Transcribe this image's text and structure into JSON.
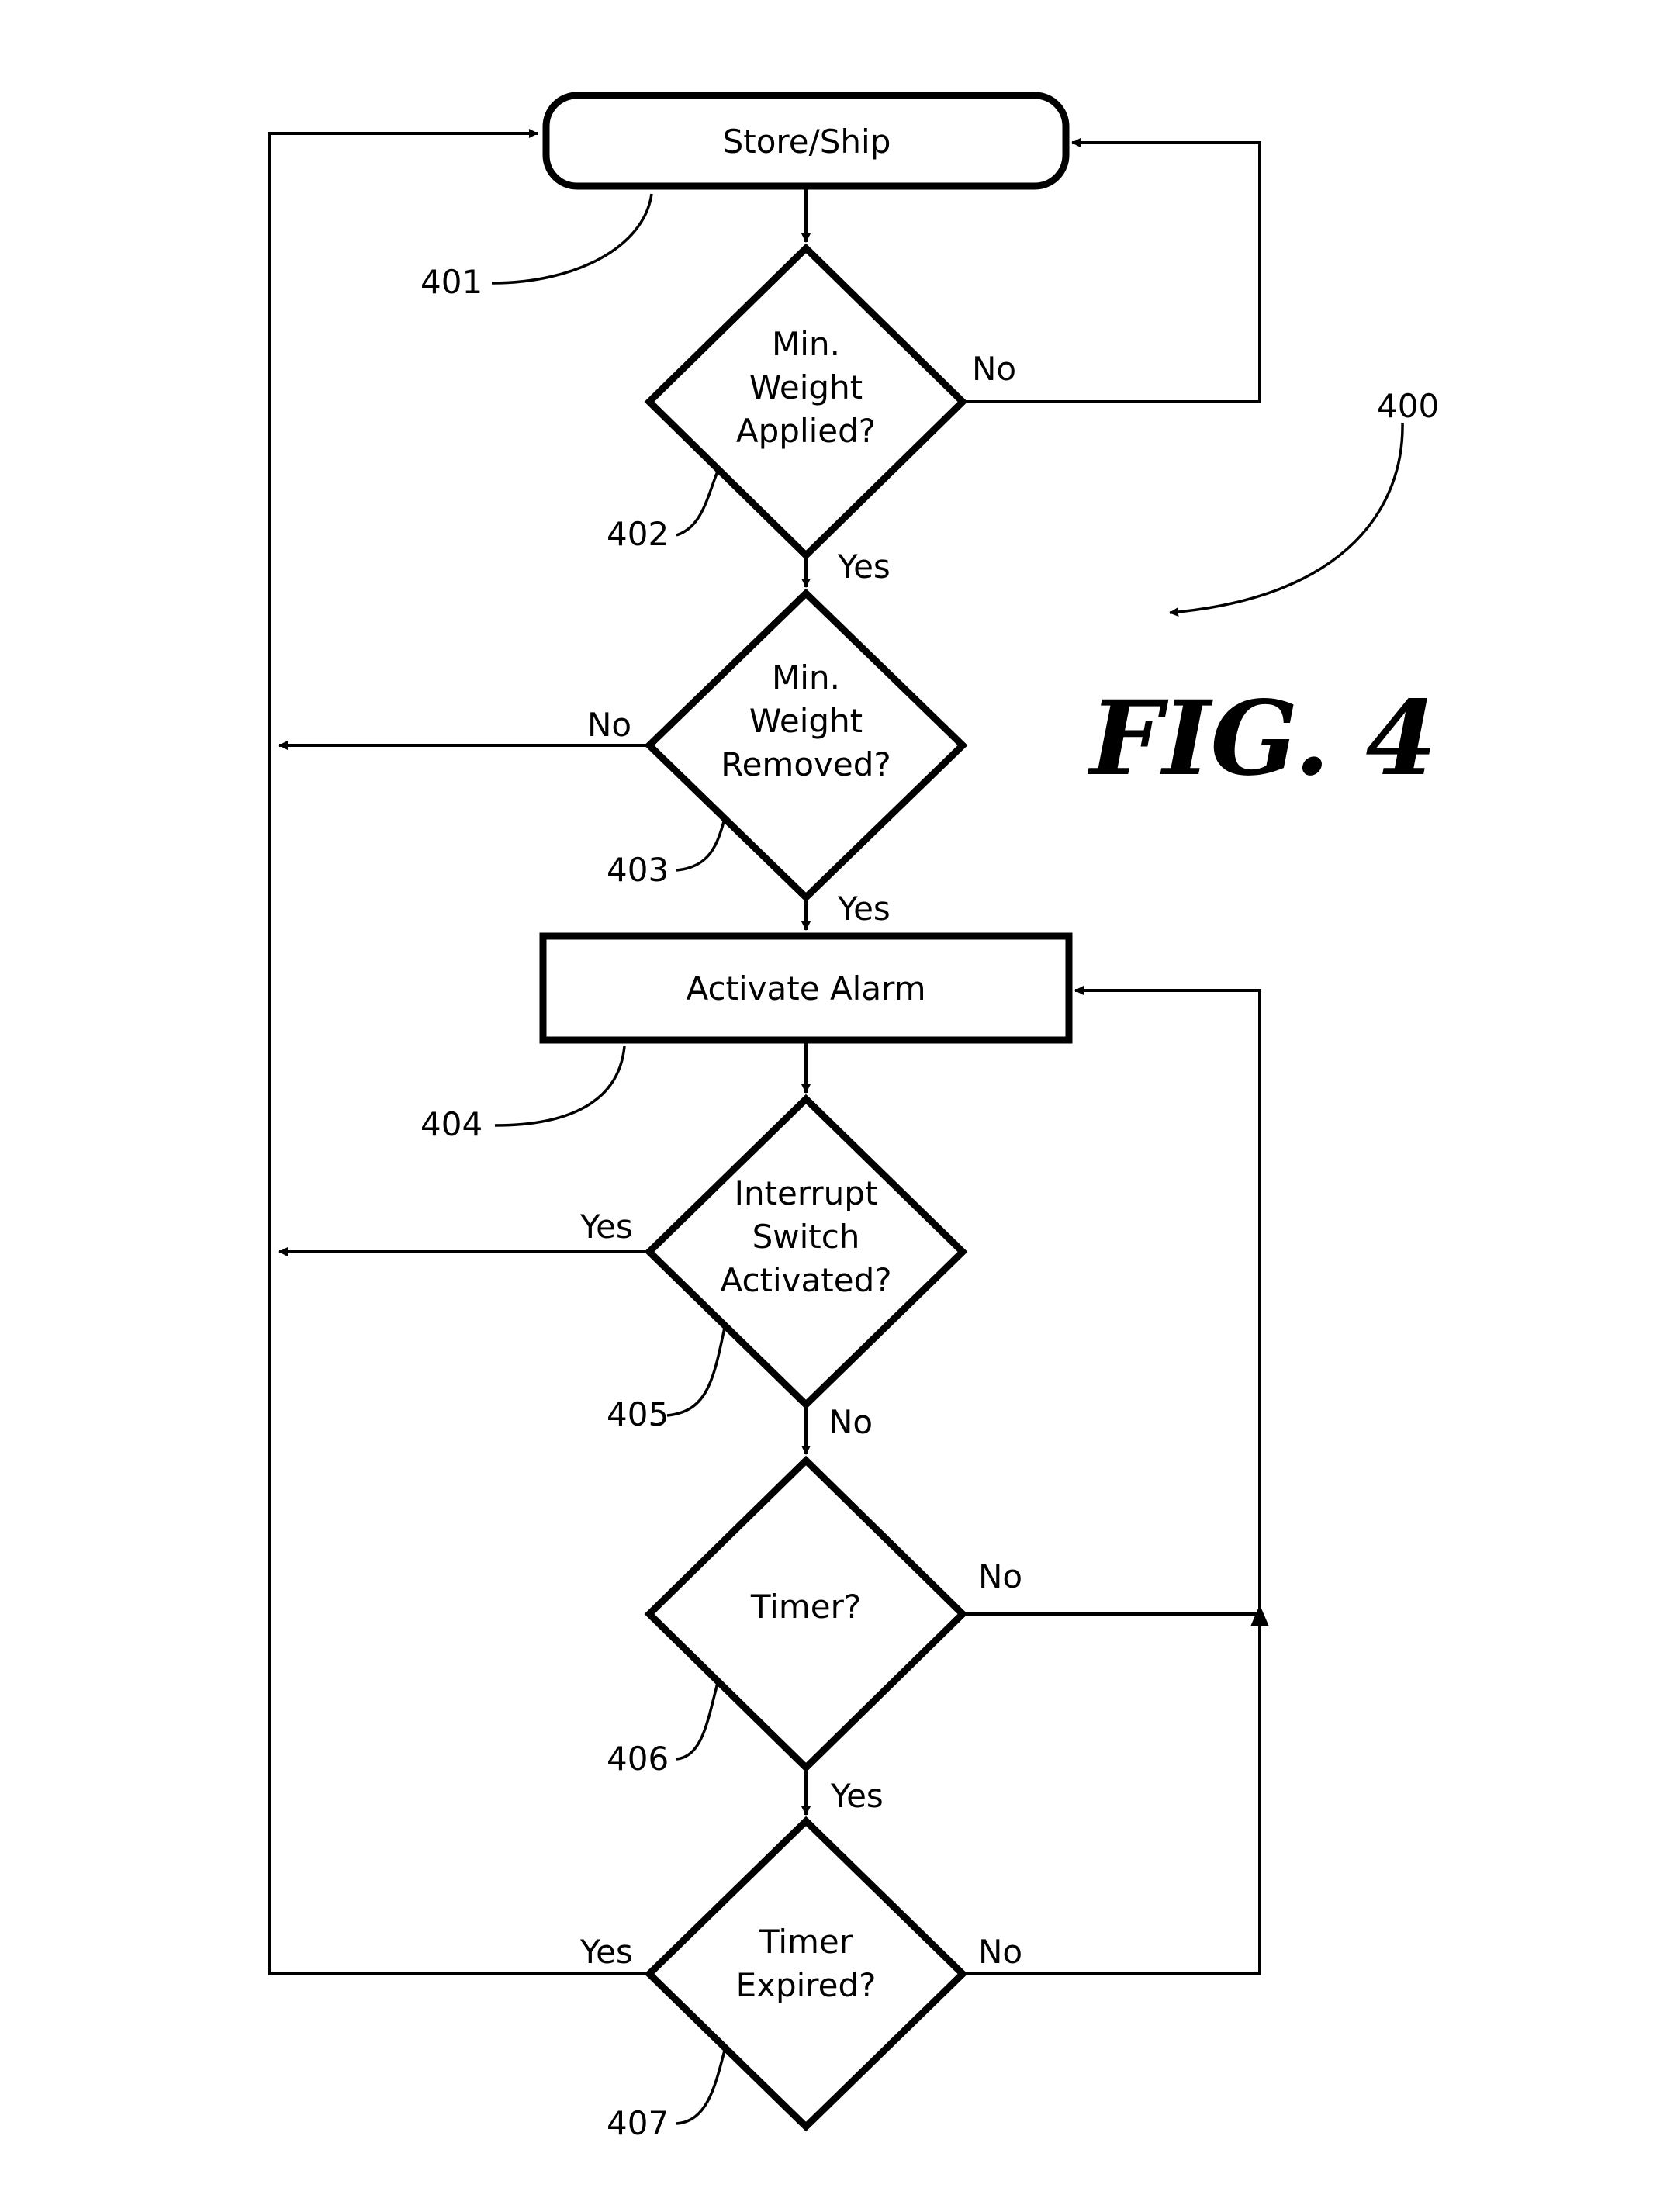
{
  "figure": {
    "label": "FIG. 4",
    "ref": "400"
  },
  "nodes": {
    "store_ship": {
      "lines": [
        "Store/Ship"
      ],
      "ref": "401"
    },
    "min_weight_applied": {
      "lines": [
        "Min.",
        "Weight",
        "Applied?"
      ],
      "ref": "402"
    },
    "min_weight_removed": {
      "lines": [
        "Min.",
        "Weight",
        "Removed?"
      ],
      "ref": "403"
    },
    "activate_alarm": {
      "lines": [
        "Activate Alarm"
      ],
      "ref": "404"
    },
    "interrupt_switch": {
      "lines": [
        "Interrupt",
        "Switch",
        "Activated?"
      ],
      "ref": "405"
    },
    "timer": {
      "lines": [
        "Timer?"
      ],
      "ref": "406"
    },
    "timer_expired": {
      "lines": [
        "Timer",
        "Expired?"
      ],
      "ref": "407"
    }
  },
  "edge_labels": {
    "applied_no": "No",
    "applied_yes": "Yes",
    "removed_no": "No",
    "removed_yes": "Yes",
    "interrupt_yes": "Yes",
    "interrupt_no": "No",
    "timer_no": "No",
    "timer_yes": "Yes",
    "expired_yes": "Yes",
    "expired_no": "No"
  }
}
